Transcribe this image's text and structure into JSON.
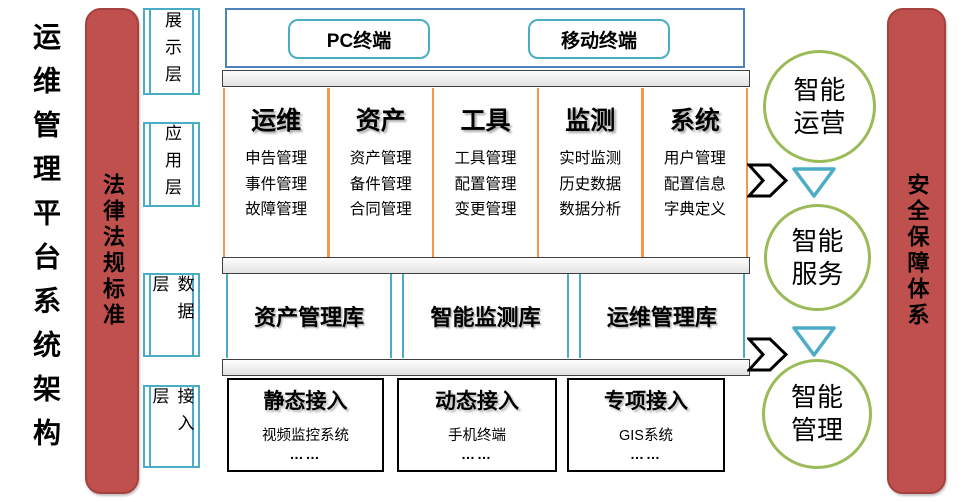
{
  "title": {
    "main": "运维管理平台系统架构"
  },
  "pillars": {
    "left": "法律法规标准",
    "right": "安全保障体系"
  },
  "layer_labels": [
    {
      "label": "展示层"
    },
    {
      "label": "应用层"
    },
    {
      "label": "数据层"
    },
    {
      "label": "接入层"
    }
  ],
  "display_layer": {
    "terminals": [
      {
        "label": "PC终端"
      },
      {
        "label": "移动终端"
      }
    ]
  },
  "app_layer": {
    "columns": [
      {
        "title": "运维",
        "items": [
          "申告管理",
          "事件管理",
          "故障管理"
        ]
      },
      {
        "title": "资产",
        "items": [
          "资产管理",
          "备件管理",
          "合同管理"
        ]
      },
      {
        "title": "工具",
        "items": [
          "工具管理",
          "配置管理",
          "变更管理"
        ]
      },
      {
        "title": "监测",
        "items": [
          "实时监测",
          "历史数据",
          "数据分析"
        ]
      },
      {
        "title": "系统",
        "items": [
          "用户管理",
          "配置信息",
          "字典定义"
        ]
      }
    ]
  },
  "data_layer": {
    "databases": [
      {
        "label": "资产管理库"
      },
      {
        "label": "智能监测库"
      },
      {
        "label": "运维管理库"
      }
    ]
  },
  "access_layer": {
    "boxes": [
      {
        "title": "静态接入",
        "system": "视频监控系统",
        "more": "……"
      },
      {
        "title": "动态接入",
        "system": "手机终端",
        "more": "……"
      },
      {
        "title": "专项接入",
        "system": "GIS系统",
        "more": "……"
      }
    ]
  },
  "smart_circles": [
    {
      "line1": "智能",
      "line2": "运营"
    },
    {
      "line1": "智能",
      "line2": "服务"
    },
    {
      "line1": "智能",
      "line2": "管理"
    }
  ],
  "colors": {
    "pillar_red": "#c0504d",
    "cyan": "#4bacc6",
    "blue": "#4f81bd",
    "orange": "#f79646",
    "green": "#9bbb59"
  }
}
